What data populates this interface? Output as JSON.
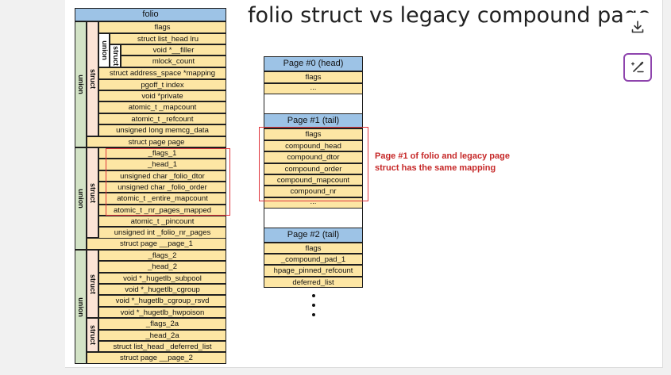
{
  "title": "folio struct vs legacy compound page",
  "folio": {
    "header": "folio",
    "union_labels": [
      "union",
      "union",
      "union"
    ],
    "struct_labels": [
      "struct",
      "struct",
      "struct",
      "struct"
    ],
    "inner_union_label": "union",
    "inner_struct_label": "struct",
    "fields": [
      "flags",
      "struct list_head lru",
      "void *__filler",
      "mlock_count",
      "struct address_space *mapping",
      "pgoff_t index",
      "void *private",
      "atomic_t _mapcount",
      "atomic_t _refcount",
      "unsigned long memcg_data",
      "struct page page",
      "_flags_1",
      "_head_1",
      "unsigned char _folio_dtor",
      "unsigned char _folio_order",
      "atomic_t _entire_mapcount",
      "atomic_t _nr_pages_mapped",
      "atomic_t _pincount",
      "unsigned int _folio_nr_pages",
      "struct page __page_1",
      "_flags_2",
      "_head_2",
      "void *_hugetlb_subpool",
      "void *_hugetlb_cgroup",
      "void *_hugetlb_cgroup_rsvd",
      "void *_hugetlb_hwpoison",
      "_flags_2a",
      "_head_2a",
      "struct list_head _deferred_list",
      "struct page __page_2"
    ]
  },
  "page0": {
    "header": "Page #0 (head)",
    "fields": [
      "flags",
      "..."
    ]
  },
  "page1": {
    "header": "Page #1 (tail)",
    "fields": [
      "flags",
      "compound_head",
      "compound_dtor",
      "compound_order",
      "compound_mapcount",
      "compound_nr",
      "..."
    ]
  },
  "page2": {
    "header": "Page #2 (tail)",
    "fields": [
      "flags",
      "_compound_pad_1",
      "hpage_pinned_refcount",
      "deferred_list"
    ]
  },
  "annotation": "Page #1 of folio and legacy page struct has the same mapping",
  "toolbar": {
    "download_icon": "download-icon",
    "edit_icon": "magic-edit-icon"
  },
  "colors": {
    "field_fill": "#fde6a4",
    "header_fill": "#9dc3e6",
    "union_fill": "#d3e3c6",
    "struct_fill": "#fce4d6",
    "highlight": "#e0353c",
    "annotation_text": "#c62828"
  }
}
